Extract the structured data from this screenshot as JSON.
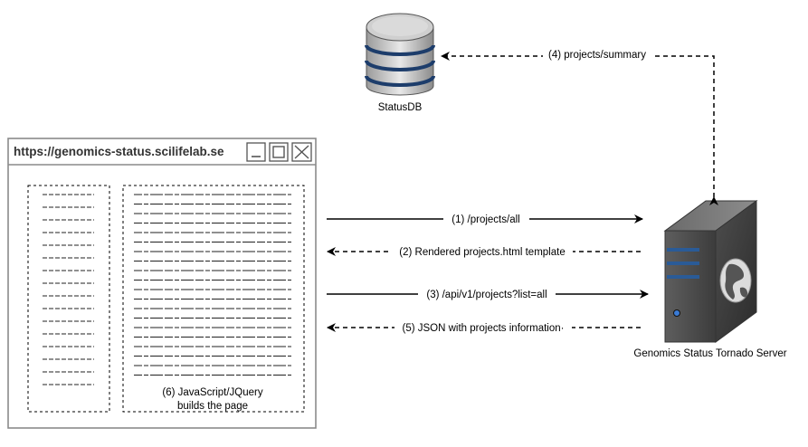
{
  "database": {
    "label": "StatusDB"
  },
  "server": {
    "label": "Genomics Status Tornado Server"
  },
  "browser": {
    "url": "https://genomics-status.scilifelab.se",
    "sidebar_lines": 16,
    "content_lines": 20,
    "content_note_line1": "(6) JavaScript/JQuery",
    "content_note_line2": "builds the page"
  },
  "flows": {
    "step1": "(1) /projects/all",
    "step2": "(2) Rendered projects.html template",
    "step3": "(3) /api/v1/projects?list=all",
    "step4": "(4) projects/summary",
    "step5": "(5) JSON with projects information·"
  },
  "colors": {
    "db_band": "#1d3d6b",
    "db_top": "#cfcfcf",
    "server_body": "#4a4a4a",
    "server_stripe": "#2a5b97",
    "window_border": "#8a8a8a"
  }
}
